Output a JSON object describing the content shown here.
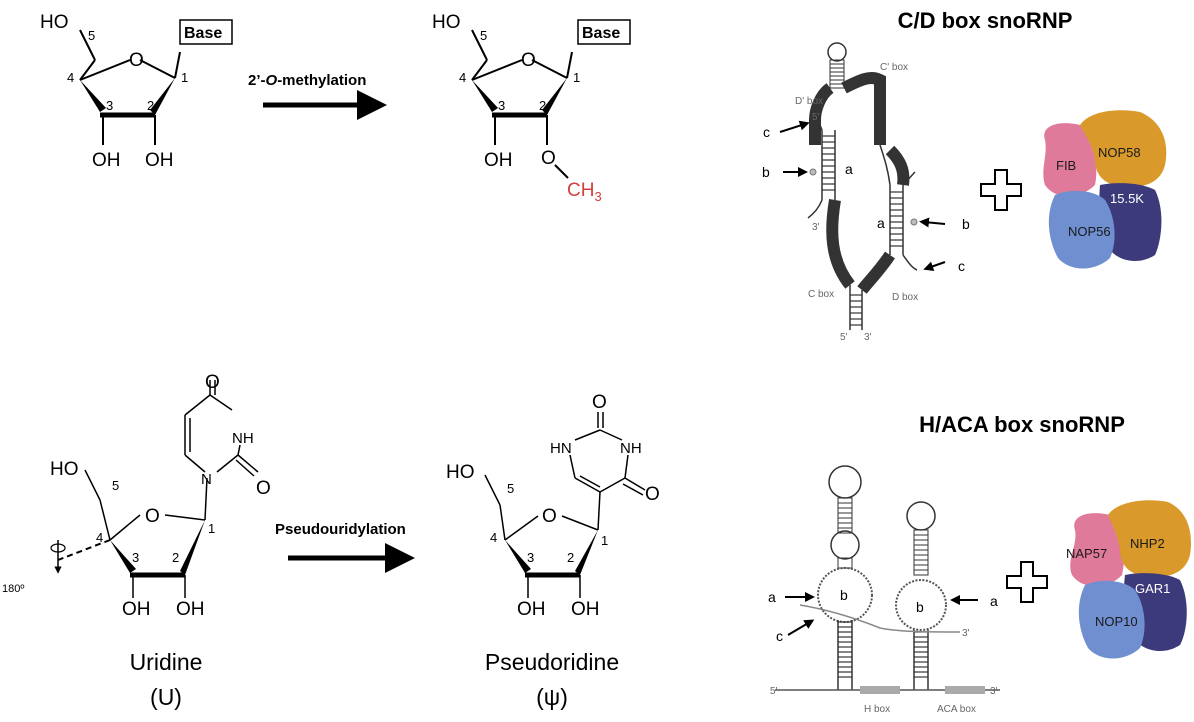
{
  "top_left": {
    "sugar1": {
      "ho": "HO",
      "base": "Base",
      "n5": "5",
      "n4": "4",
      "n3": "3",
      "n2": "2",
      "n1": "1",
      "oh3": "OH",
      "oh2": "OH"
    },
    "reaction1": "2’-O-methylation",
    "reaction1_parts": [
      "2’-",
      "O",
      "-methylation"
    ],
    "sugar2": {
      "ho": "HO",
      "base": "Base",
      "n5": "5",
      "n4": "4",
      "n3": "3",
      "n2": "2",
      "n1": "1",
      "oh3": "OH",
      "o2": "O",
      "ch3": "CH",
      "ch3_sub": "3"
    }
  },
  "bottom_left": {
    "uridine": {
      "ho": "HO",
      "n5": "5",
      "n4": "4",
      "n3": "3",
      "n2": "2",
      "n1": "1",
      "oh3": "OH",
      "oh2": "OH",
      "o_top": "O",
      "nh": "NH",
      "o_right": "O",
      "n": "N",
      "rot": "180º"
    },
    "reaction2": "Pseudouridylation",
    "pseudo": {
      "ho": "HO",
      "n5": "5",
      "n4": "4",
      "n3": "3",
      "n2": "2",
      "n1": "1",
      "oh3": "OH",
      "oh2": "OH",
      "o_top": "O",
      "hn": "HN",
      "nh": "NH",
      "o_right": "O"
    },
    "name_u": "Uridine",
    "abbr_u": "(U)",
    "name_psi": "Pseudoridine",
    "abbr_psi": "(ψ)"
  },
  "cd_box": {
    "title": "C/D box snoRNP",
    "labels": {
      "cprime": "C' box",
      "dprime": "D' box",
      "c_box": "C box",
      "d_box": "D box",
      "five": "5'",
      "three": "3'",
      "five_b": "5'",
      "three_b": "3'"
    },
    "arrows": {
      "c1": "c",
      "b1": "b",
      "a1": "a",
      "a2": "a",
      "b2": "b",
      "c2": "c"
    },
    "proteins": [
      "FIB",
      "NOP58",
      "15.5K",
      "NOP56"
    ]
  },
  "haca_box": {
    "title": "H/ACA box snoRNP",
    "labels": {
      "h_box": "H box",
      "aca_box": "ACA box",
      "five": "5'",
      "three": "3'",
      "three_b": "3'"
    },
    "arrows": {
      "a1": "a",
      "c1": "c",
      "b1": "b",
      "b2": "b",
      "a2": "a"
    },
    "proteins": [
      "NAP57",
      "NHP2",
      "GAR1",
      "NOP10"
    ]
  },
  "colors": {
    "pink": "#e07a9a",
    "orange": "#d99a2b",
    "navy": "#3c3a7a",
    "blue": "#6f8fd0",
    "ch3": "#d0413e"
  }
}
